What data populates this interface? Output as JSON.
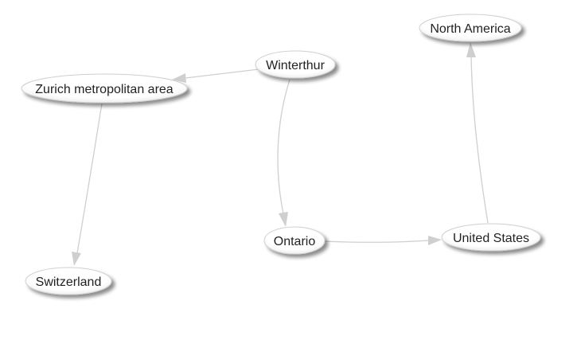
{
  "graph": {
    "nodes": [
      {
        "id": "winterthur",
        "label": "Winterthur"
      },
      {
        "id": "zurich",
        "label": "Zurich metropolitan area"
      },
      {
        "id": "switzerland",
        "label": "Switzerland"
      },
      {
        "id": "ontario",
        "label": "Ontario"
      },
      {
        "id": "united_states",
        "label": "United States"
      },
      {
        "id": "north_america",
        "label": "North America"
      }
    ],
    "edges": [
      {
        "from": "winterthur",
        "to": "zurich"
      },
      {
        "from": "zurich",
        "to": "switzerland"
      },
      {
        "from": "winterthur",
        "to": "ontario"
      },
      {
        "from": "ontario",
        "to": "united_states"
      },
      {
        "from": "united_states",
        "to": "north_america"
      }
    ]
  }
}
